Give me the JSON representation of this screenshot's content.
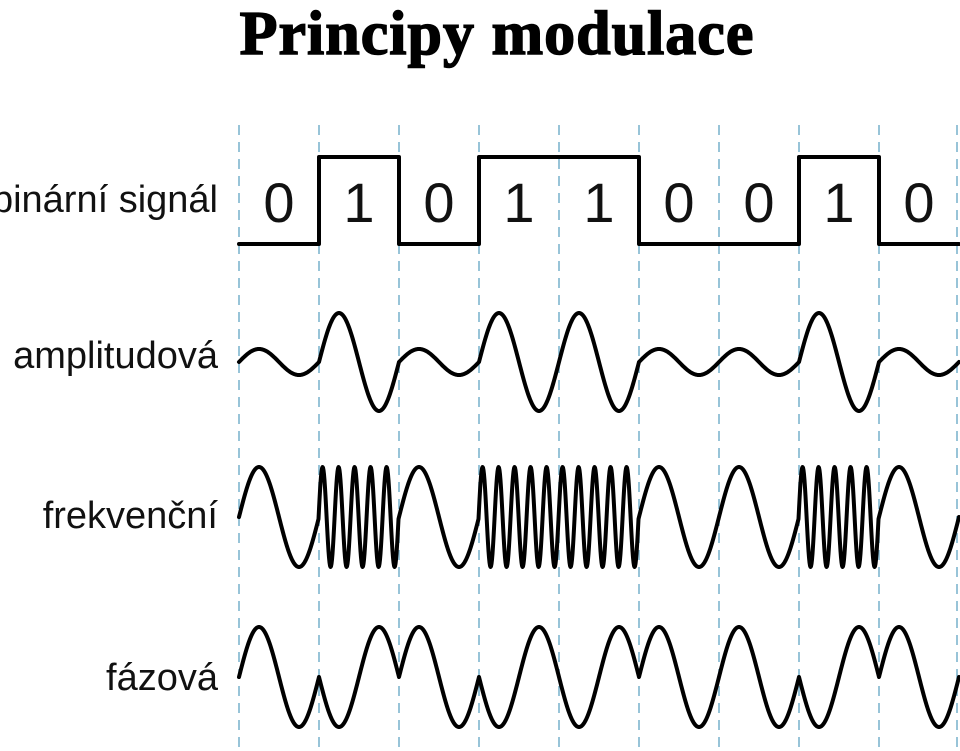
{
  "title": "Principy modulace",
  "labels": {
    "binary": "binární signál",
    "amplitude": "amplitudová",
    "frequency": "frekvenční",
    "phase": "fázová"
  },
  "bits": [
    "0",
    "1",
    "0",
    "1",
    "1",
    "0",
    "0",
    "1",
    "0"
  ],
  "colors": {
    "grid": "#7fb6cf",
    "signal": "#000000"
  }
}
